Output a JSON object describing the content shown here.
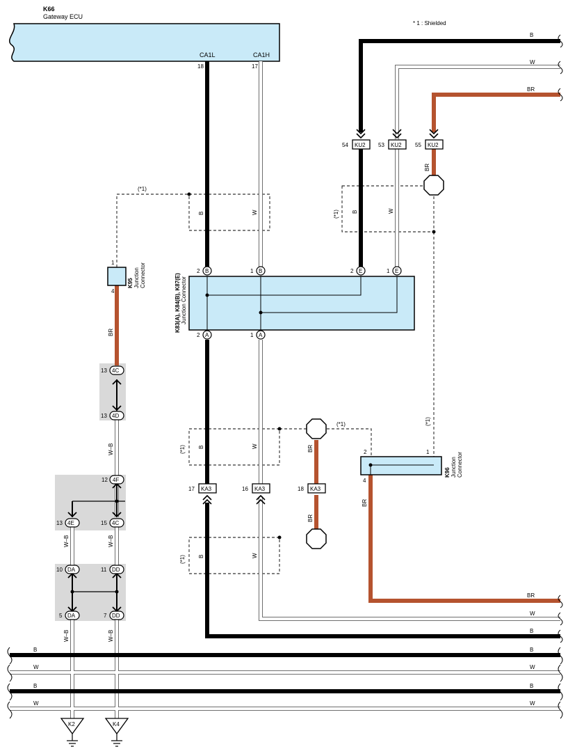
{
  "note": "* 1 : Shielded",
  "gateway": {
    "code": "K66",
    "name": "Gateway ECU",
    "pin_ca1l": "CA1L",
    "pin_ca1h": "CA1H",
    "num_18": "18",
    "num_17": "17"
  },
  "k95": {
    "code": "K95",
    "line1": "Junction",
    "line2": "Connector",
    "pin_top": "1",
    "pin_bottom": "4"
  },
  "k96": {
    "code": "K96",
    "line1": "Junction",
    "line2": "Connector",
    "pin_2": "2",
    "pin_1": "1",
    "pin_4": "4"
  },
  "junction": {
    "code": "K83(A), K84(B), K87(E)",
    "name": "Junction Connector",
    "pin_b": "B",
    "pin_e": "E",
    "pin_a": "A",
    "num_2": "2",
    "num_1": "1"
  },
  "ku2": {
    "name": "KU2",
    "p54": "54",
    "p53": "53",
    "p55": "55"
  },
  "ka3": {
    "name": "KA3",
    "p17": "17",
    "p16": "16",
    "p18": "18"
  },
  "shield_label": "(*1)",
  "inline": {
    "c4c": "4C",
    "c4d": "4D",
    "c4f": "4F",
    "c4e": "4E",
    "cda": "DA",
    "cdd": "DD",
    "n13": "13",
    "n12": "12",
    "n15": "15",
    "n10": "10",
    "n11": "11",
    "n5": "5",
    "n7": "7"
  },
  "wires": {
    "B": "B",
    "W": "W",
    "BR": "BR",
    "WB": "W–B"
  },
  "grounds": {
    "k2": "K2",
    "k4": "K4"
  },
  "colors": {
    "black": "#000000",
    "brown": "#b5532f",
    "ecu_fill": "#c9eaf8",
    "gray_box": "#d9d9d9",
    "white_wire": "#ffffff",
    "outline": "#6e6e6e"
  }
}
